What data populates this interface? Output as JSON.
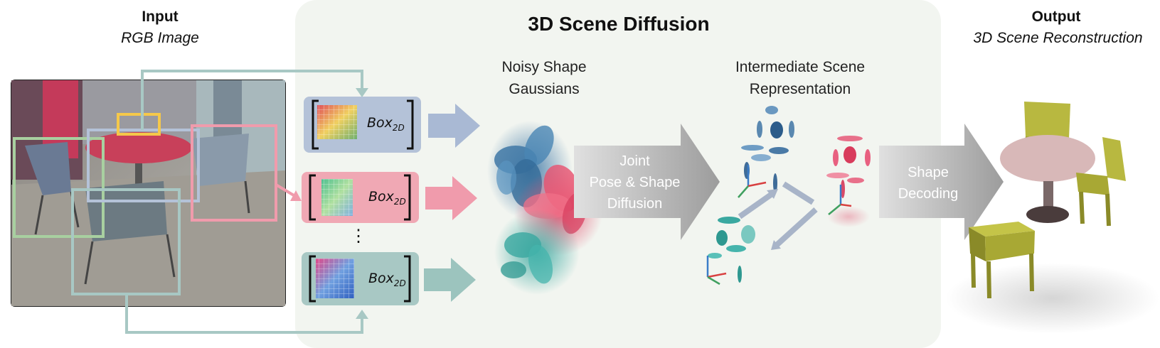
{
  "input": {
    "title": "Input",
    "subtitle": "RGB Image"
  },
  "diffusion": {
    "title": "3D Scene Diffusion"
  },
  "output": {
    "title": "Output",
    "subtitle": "3D Scene Reconstruction"
  },
  "stages": {
    "noisy": {
      "line1": "Noisy Shape",
      "line2": "Gaussians"
    },
    "intermediate": {
      "line1": "Intermediate Scene",
      "line2": "Representation"
    }
  },
  "arrows": {
    "joint": {
      "line1": "Joint",
      "line2": "Pose & Shape",
      "line3": "Diffusion"
    },
    "decode": {
      "line1": "Shape",
      "line2": "Decoding"
    }
  },
  "boxes": [
    {
      "label": "Box",
      "sub": "2D",
      "color": "#b4c2d8"
    },
    {
      "label": "Box",
      "sub": "2D",
      "color": "#f0a8b4"
    },
    {
      "label": "Box",
      "sub": "2D",
      "color": "#a8c8c4"
    }
  ],
  "ellipsis": "⋮",
  "colors": {
    "blue": "#a9b9d4",
    "pink": "#f09bac",
    "teal": "#9cc4be",
    "green_box": "#a8d0a0",
    "yellow_box": "#f5c84a",
    "gray_arrow": "#a8a8a8",
    "table": "#d8b8b8",
    "chairs": "#b8b840"
  }
}
